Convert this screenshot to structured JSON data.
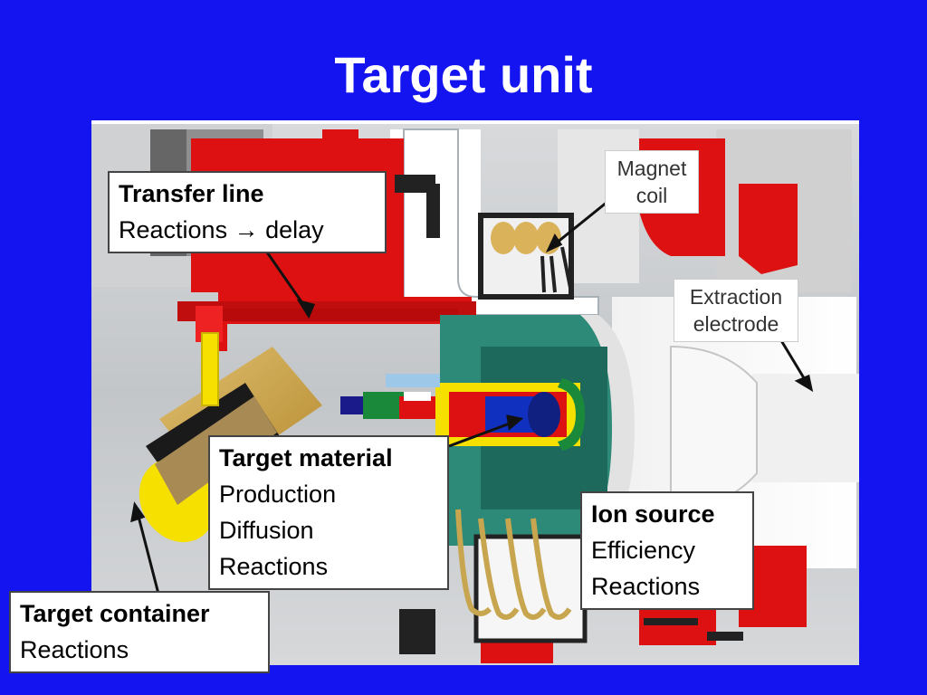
{
  "title": "Target unit",
  "callouts": {
    "transfer_line": {
      "heading": "Transfer line",
      "lines": [
        "Reactions → delay"
      ]
    },
    "target_material": {
      "heading": "Target material",
      "lines": [
        "Production",
        "Diffusion",
        "Reactions"
      ]
    },
    "ion_source": {
      "heading": "Ion source",
      "lines": [
        "Efficiency",
        "Reactions"
      ]
    },
    "target_container": {
      "heading": "Target container",
      "lines": [
        "Reactions"
      ]
    }
  },
  "labels": {
    "magnet_coil": [
      "Magnet",
      "coil"
    ],
    "extraction_electrode": [
      "Extraction",
      "electrode"
    ]
  },
  "colors": {
    "background": "#1414f0",
    "title": "#ffffff",
    "component_red": "#dd1111",
    "container_yellow": "#f5e000",
    "target_blue": "#1030c0",
    "teal_housing": "#2e8a78"
  }
}
